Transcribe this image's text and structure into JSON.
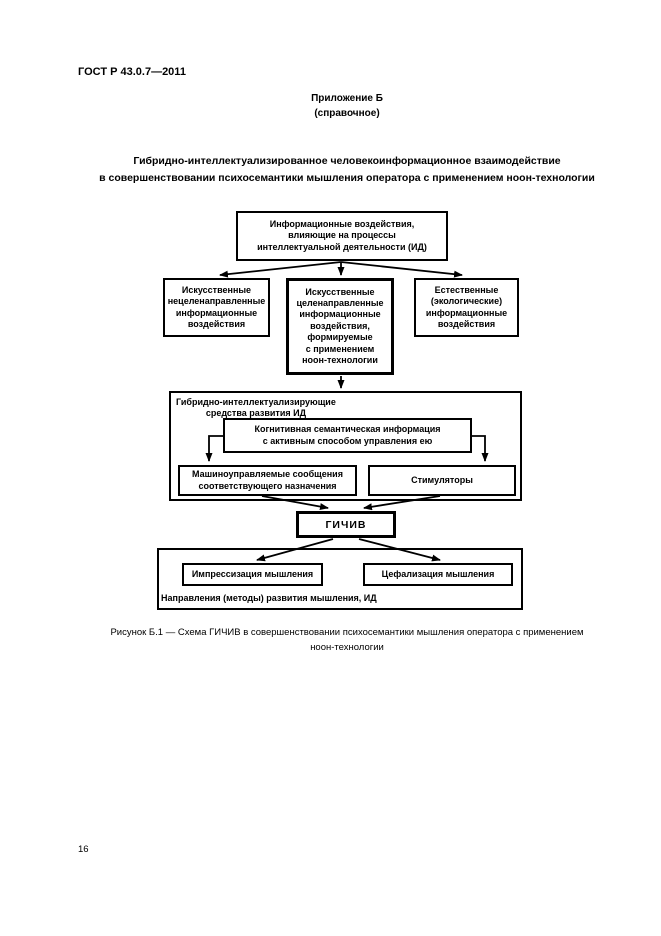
{
  "colors": {
    "ink": "#000000",
    "paper": "#ffffff"
  },
  "header": {
    "doc_code": "ГОСТ Р 43.0.7—2011",
    "appendix_title": "Приложение Б",
    "appendix_subtitle": "(справочное)"
  },
  "title": {
    "line1": "Гибридно-интеллектуализированное человекоинформационное взаимодействие",
    "line2": "в совершенствовании психосемантики мышления оператора с применением ноон-технологии"
  },
  "diagram": {
    "top_box": {
      "lines": [
        "Информационные воздействия,",
        "влияющие на процессы",
        "интеллектуальной деятельности (ИД)"
      ]
    },
    "left_box": {
      "lines": [
        "Искусственные",
        "нецеленаправленные",
        "информационные",
        "воздействия"
      ]
    },
    "middle_box": {
      "lines": [
        "Искусственные",
        "целенаправленные",
        "информационные",
        "воздействия,",
        "формируемые",
        "с применением",
        "ноон-технологии"
      ]
    },
    "right_box": {
      "lines": [
        "Естественные",
        "(экологические)",
        "информационные",
        "воздействия"
      ]
    },
    "hybrid_container": {
      "label_lines": [
        "Гибридно-интеллектуализирующие",
        "средства развития ИД"
      ]
    },
    "cognitive_box": {
      "lines": [
        "Когнитивная семантическая информация",
        "с активным способом управления ею"
      ]
    },
    "machine_box": {
      "lines": [
        "Машиноуправляемые сообщения",
        "соответствующего назначения"
      ]
    },
    "stimulators_box": {
      "label": "Стимуляторы"
    },
    "gichiv_box": {
      "label": "ГИЧИВ"
    },
    "impress_box": {
      "label": "Импрессизация мышления"
    },
    "cephalization_box": {
      "label": "Цефализация мышления"
    },
    "directions_label": "Направления (методы) развития мышления, ИД"
  },
  "caption": {
    "line1": "Рисунок  Б.1 — Схема ГИЧИВ в совершенствовании психосемантики мышления оператора с применением",
    "line2": "ноон-технологии"
  },
  "footer": {
    "page_number": "16"
  }
}
